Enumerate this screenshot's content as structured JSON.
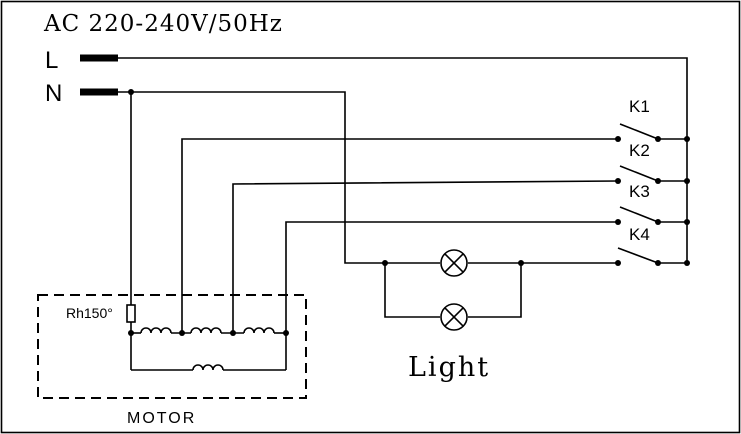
{
  "header": {
    "supply_label": "AC 220-240V/50Hz"
  },
  "terminals": {
    "line": "L",
    "neutral": "N"
  },
  "switches": [
    "K1",
    "K2",
    "K3",
    "K4"
  ],
  "motor": {
    "label": "MOTOR",
    "protector_label": "Rh150°"
  },
  "lights": {
    "label": "Light"
  }
}
